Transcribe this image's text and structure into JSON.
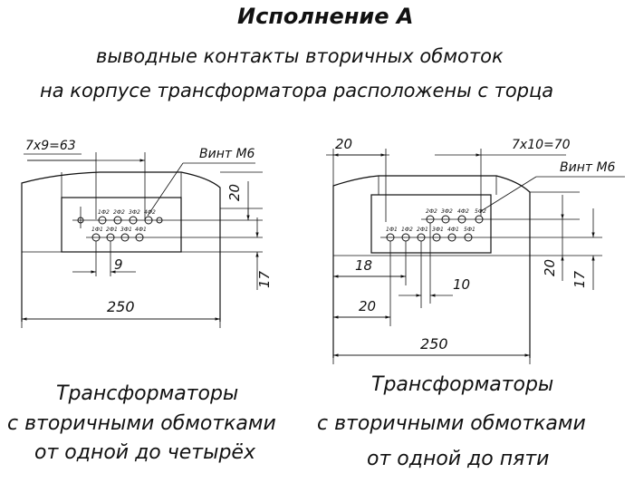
{
  "header": {
    "title": "Исполнение А",
    "line1": "выводные контакты вторичных обмоток",
    "line2": "на корпусе трансформатора расположены с торца"
  },
  "left": {
    "dim_top": "7x9=63",
    "screw": "Винт М6",
    "dim_height_top": "20",
    "dim_height_bottom": "17",
    "dim_pitch": "9",
    "dim_width": "250",
    "upper_row": [
      "1Ф2",
      "2Ф2",
      "3Ф2",
      "4Ф2"
    ],
    "lower_row": [
      "1Ф1",
      "2Ф1",
      "3Ф1",
      "4Ф1"
    ],
    "caption": [
      "Трансформаторы",
      "с вторичными обмотками",
      "от одной до четырёх"
    ]
  },
  "right": {
    "dim_top_left": "20",
    "dim_top": "7x10=70",
    "screw": "Винт М6",
    "dim_18": "18",
    "dim_10": "10",
    "dim_20_bottom": "20",
    "dim_20_side": "20",
    "dim_17": "17",
    "dim_width": "250",
    "upper_row": [
      "2Ф2",
      "3Ф2",
      "4Ф2",
      "5Ф2"
    ],
    "lower_row": [
      "1Ф1",
      "1Ф2",
      "2Ф1",
      "3Ф1",
      "4Ф1",
      "5Ф1"
    ],
    "caption": [
      "Трансформаторы",
      "с вторичными  обмотками",
      "от одной до пяти"
    ]
  }
}
